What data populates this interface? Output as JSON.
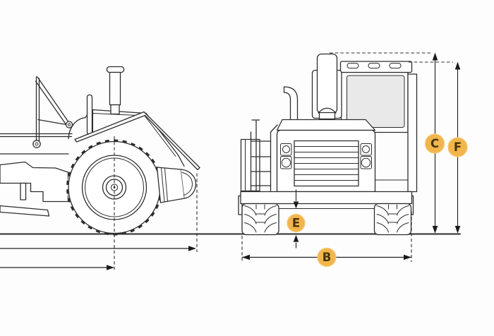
{
  "markers": {
    "c": {
      "letter": "C"
    },
    "f": {
      "letter": "F"
    },
    "e": {
      "letter": "E"
    },
    "b": {
      "letter": "B"
    }
  },
  "colors": {
    "marker_fill": "#F2B54C",
    "marker_edge": "#F6CA77",
    "marker_text": "#453404",
    "line": "#2D2D2D",
    "glass": "#E9E9E9",
    "background": "#FDFDFD"
  }
}
